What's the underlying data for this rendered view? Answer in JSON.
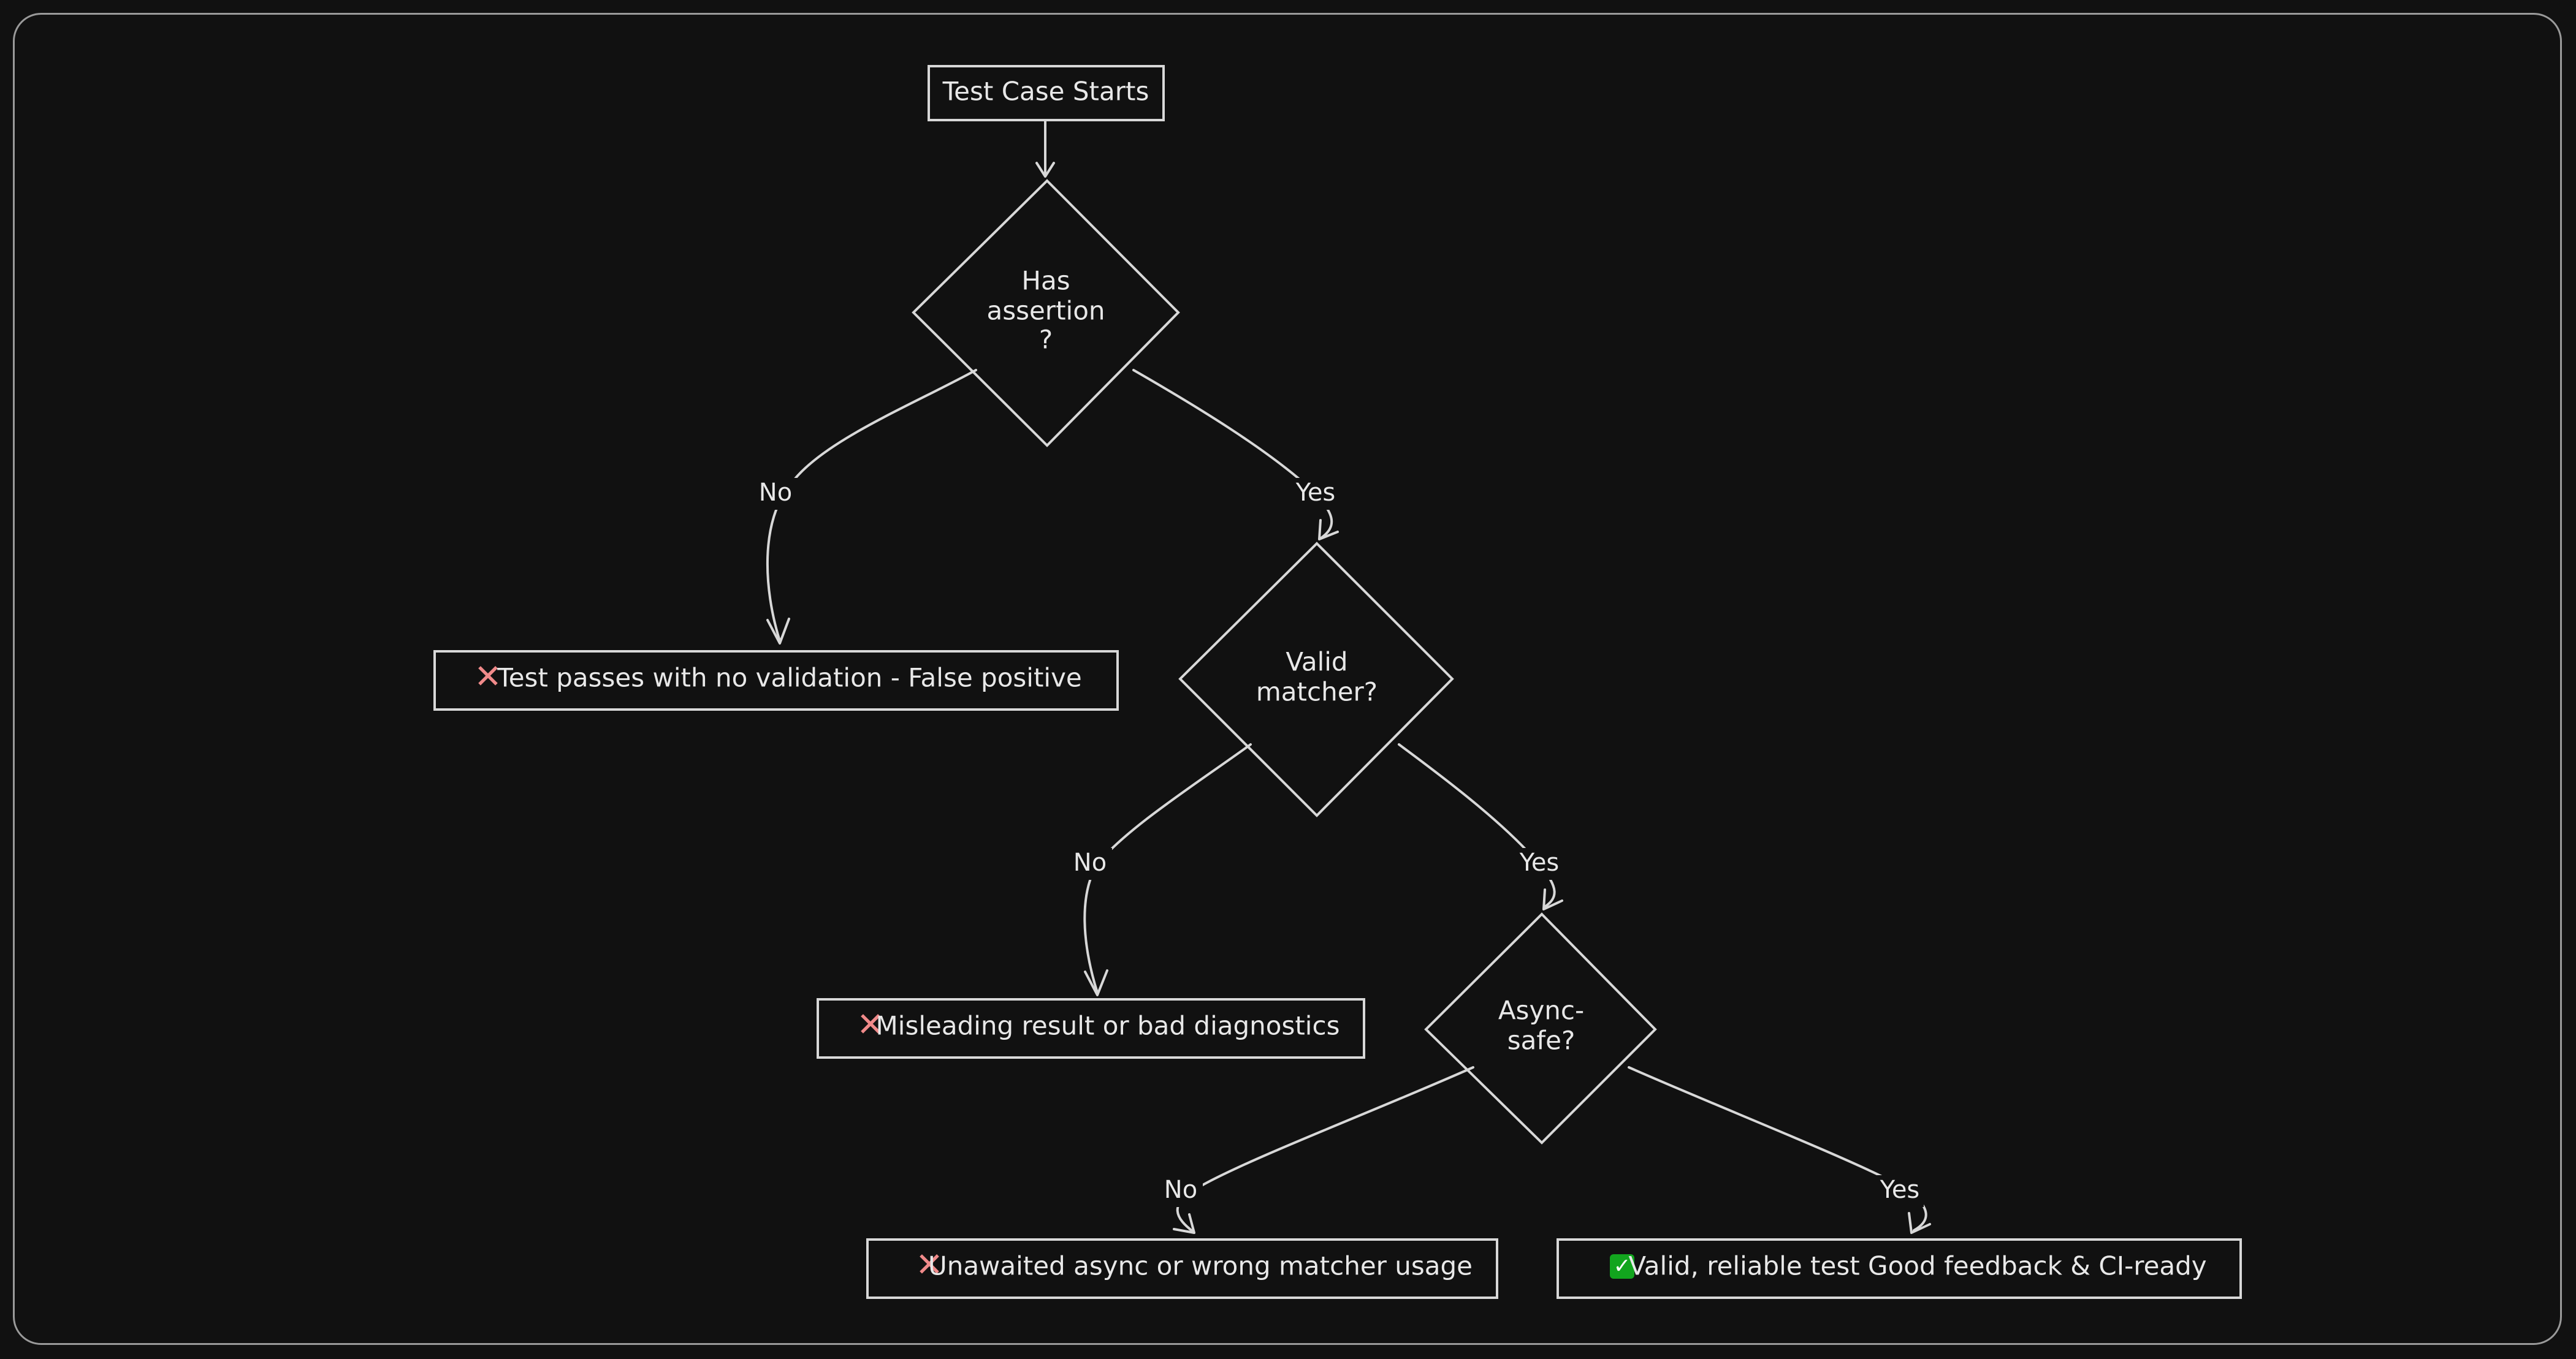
{
  "diagram": {
    "nodes": {
      "start": {
        "text": "Test Case Starts"
      },
      "has_assertion": {
        "lines": [
          "Has",
          "assertion",
          "?"
        ]
      },
      "valid_matcher": {
        "lines": [
          "Valid",
          "matcher?"
        ]
      },
      "async_safe": {
        "lines": [
          "Async-",
          "safe?"
        ]
      },
      "false_positive": {
        "icon": "✕",
        "icon_name": "cross-mark-icon",
        "icon_color": "#f08a8a",
        "text": "Test passes with no validation - False positive"
      },
      "misleading": {
        "icon": "✕",
        "icon_name": "cross-mark-icon",
        "icon_color": "#f08a8a",
        "text": "Misleading result or bad diagnostics"
      },
      "unawaited": {
        "icon": "✕",
        "icon_name": "cross-mark-icon",
        "icon_color": "#f08a8a",
        "text": "Unawaited async or wrong matcher usage"
      },
      "valid_test": {
        "icon": "✓",
        "icon_name": "check-mark-icon",
        "icon_color": "#12a51e",
        "text": "Valid, reliable test Good feedback & CI-ready"
      }
    },
    "edge_labels": {
      "assertion_no": "No",
      "assertion_yes": "Yes",
      "matcher_no": "No",
      "matcher_yes": "Yes",
      "async_no": "No",
      "async_yes": "Yes"
    }
  }
}
